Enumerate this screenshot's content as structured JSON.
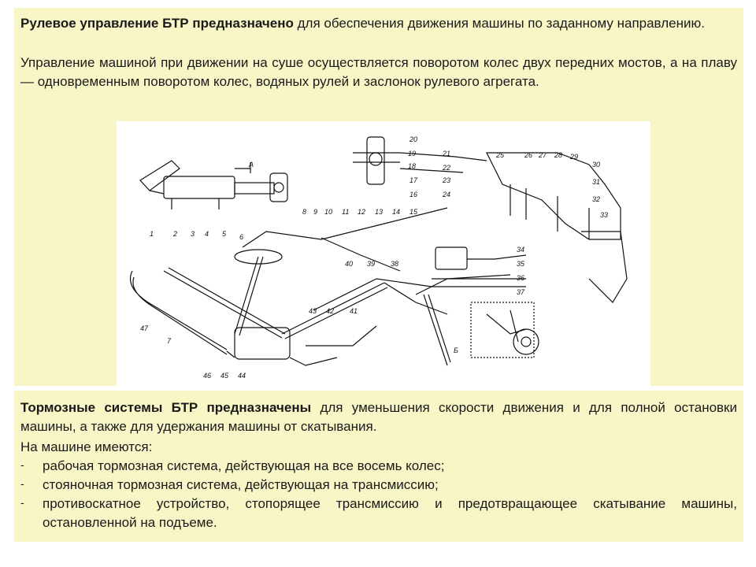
{
  "steering": {
    "lead": "Рулевое управление БТР предназначено",
    "text1": " для обеспечения движения машины по заданному направлению.",
    "text2": "Управление машиной при движении на суше осуществляется поворотом колес двух передних мостов, а на плаву — одновременным поворотом колес, водяных рулей и заслонок рулевого агрегата."
  },
  "figure": {
    "labels": {
      "A": "А",
      "B": "Б",
      "n1": "1",
      "n2": "2",
      "n3": "3",
      "n4": "4",
      "n5": "5",
      "n6": "6",
      "n7": "7",
      "n8": "8",
      "n9": "9",
      "n10": "10",
      "n11": "11",
      "n12": "12",
      "n13": "13",
      "n14": "14",
      "n15": "15",
      "n16": "16",
      "n17": "17",
      "n18": "18",
      "n19": "19",
      "n20": "20",
      "n21": "21",
      "n22": "22",
      "n23": "23",
      "n24": "24",
      "n25": "25",
      "n26": "26",
      "n27": "27",
      "n28": "28",
      "n29": "29",
      "n30": "30",
      "n31": "31",
      "n32": "32",
      "n33": "33",
      "n34": "34",
      "n35": "35",
      "n36": "36",
      "n37": "37",
      "n38": "38",
      "n39": "39",
      "n40": "40",
      "n41": "41",
      "n42": "42",
      "n43": "43",
      "n44": "44",
      "n45": "45",
      "n46": "46",
      "n47": "47"
    }
  },
  "brakes": {
    "lead": "Тормозные системы БТР предназначены",
    "text1": " для уменьшения скорости движения и для полной остановки машины, а также для удержания машины от скатывания.",
    "intro": "На машине имеются:",
    "items": [
      {
        "dash": "-",
        "text": "рабочая тормозная система, действующая на все восемь колес;"
      },
      {
        "dash": "-",
        "text": "стояночная тормозная система, действующая на трансмиссию;"
      },
      {
        "dash": "-",
        "text": "противоскатное устройство, стопорящее трансмиссию и предотвращающее скатывание машины,   остановленной на подъеме."
      }
    ]
  }
}
